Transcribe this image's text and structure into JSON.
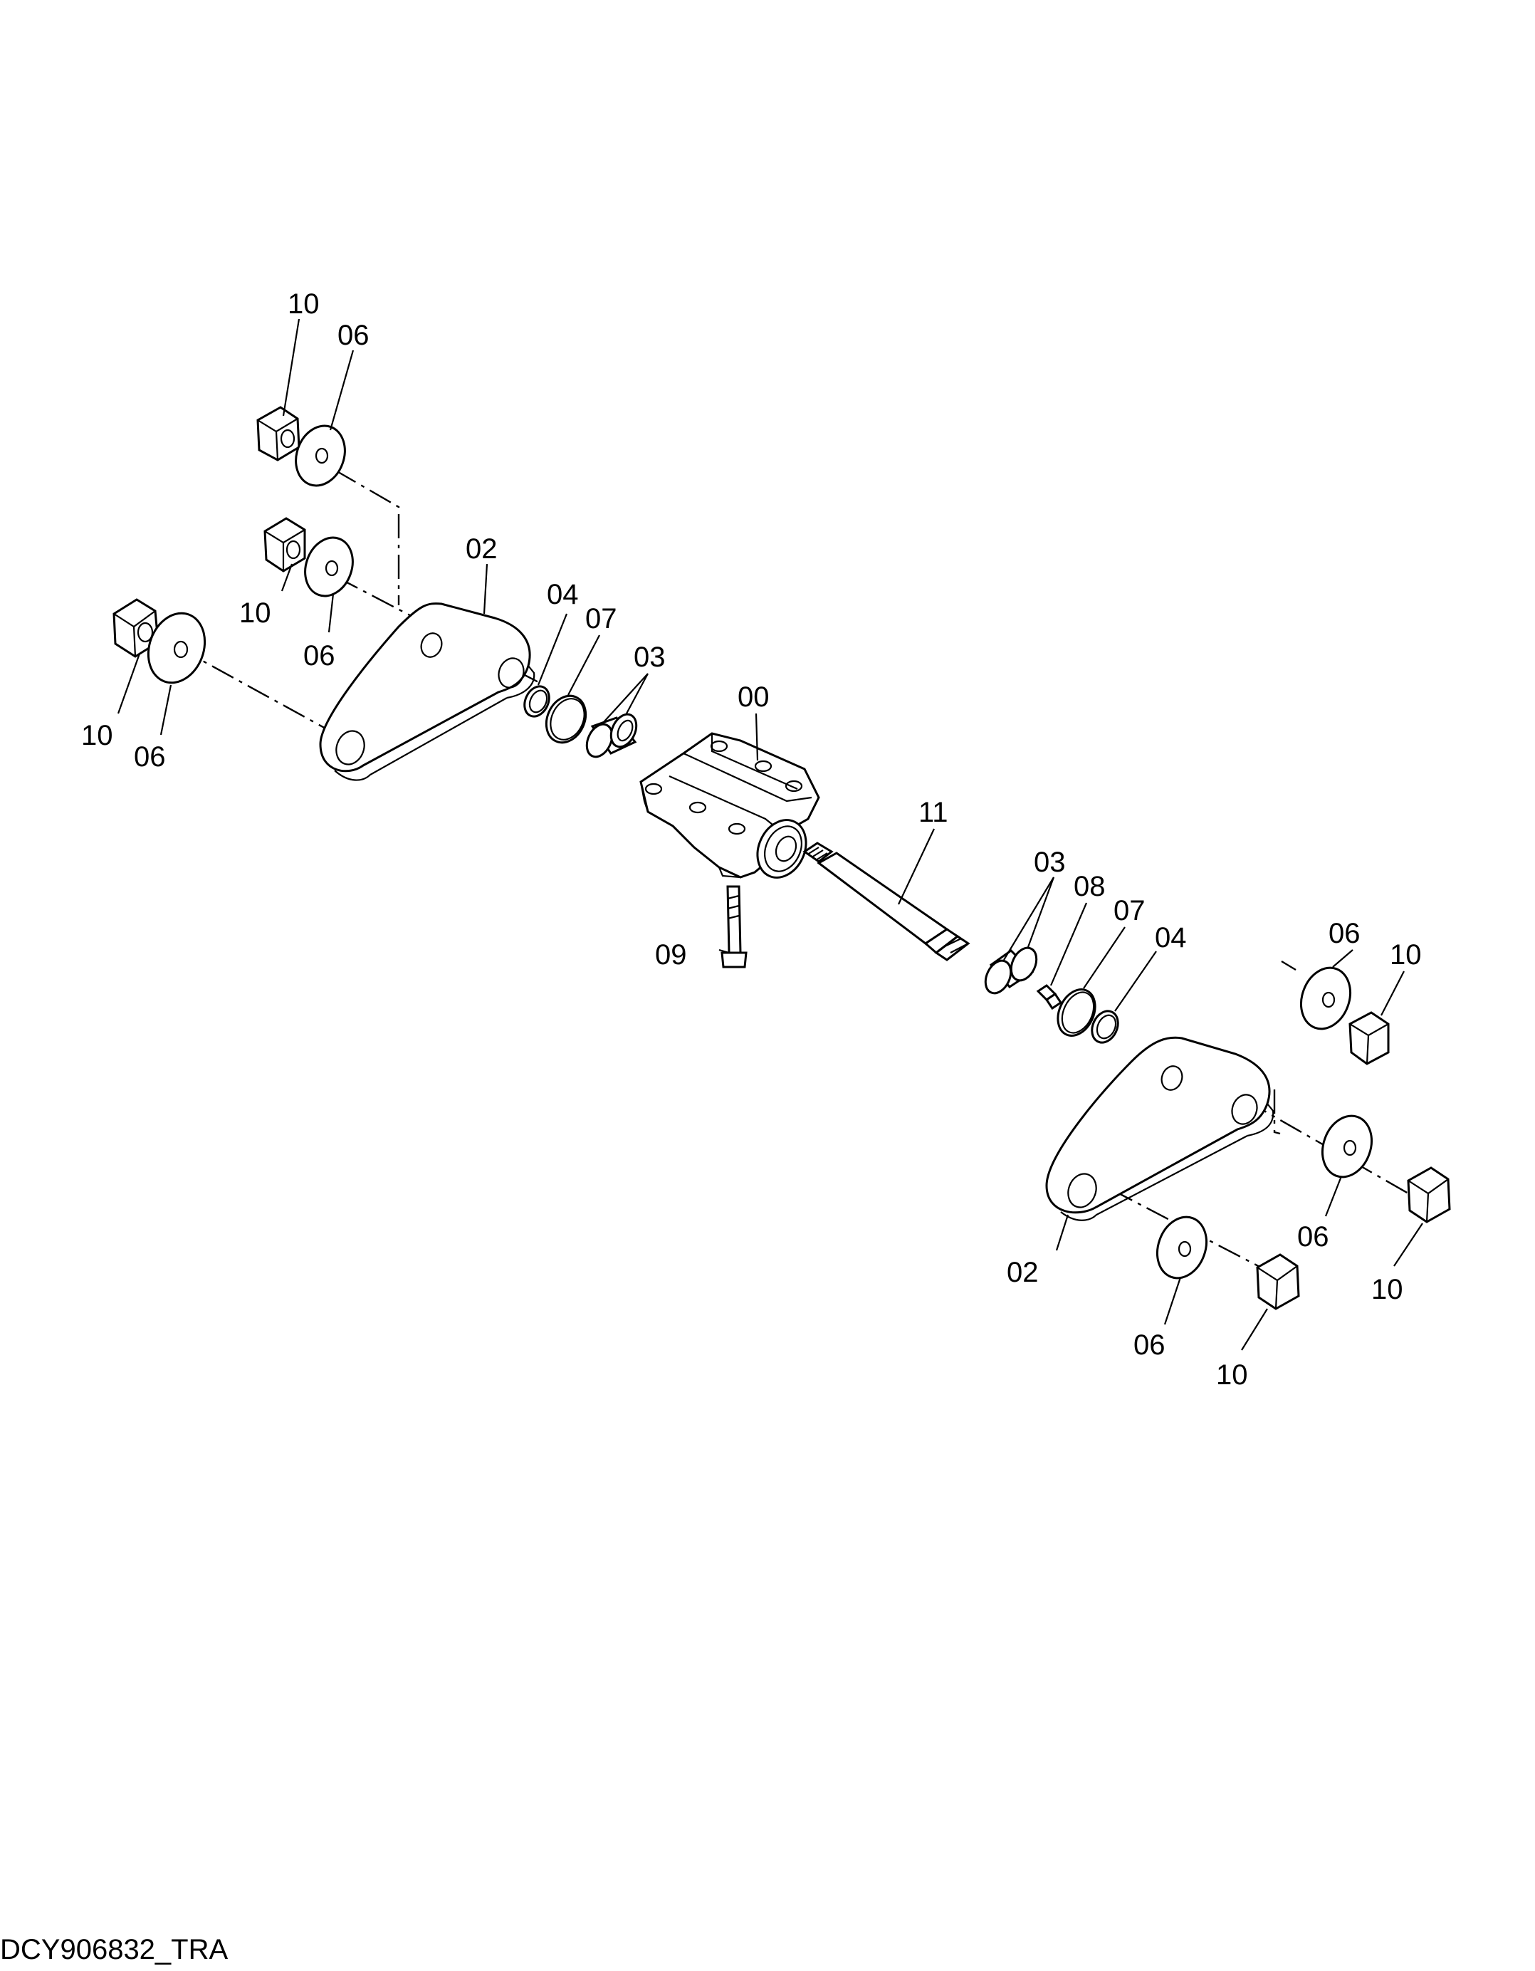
{
  "drawing_id": "DCY906832_TRA",
  "labels": {
    "l10_a": "10",
    "l06_a": "06",
    "l02_a": "02",
    "l10_b": "10",
    "l06_b": "06",
    "l04_a": "04",
    "l07_a": "07",
    "l03_a": "03",
    "l10_c": "10",
    "l06_c": "06",
    "l00": "00",
    "l11": "11",
    "l09": "09",
    "l03_b": "03",
    "l08": "08",
    "l07_b": "07",
    "l04_b": "04",
    "l06_d": "06",
    "l10_d": "10",
    "l02_b": "02",
    "l06_e": "06",
    "l10_e": "10",
    "l06_f": "06",
    "l10_f": "10"
  }
}
